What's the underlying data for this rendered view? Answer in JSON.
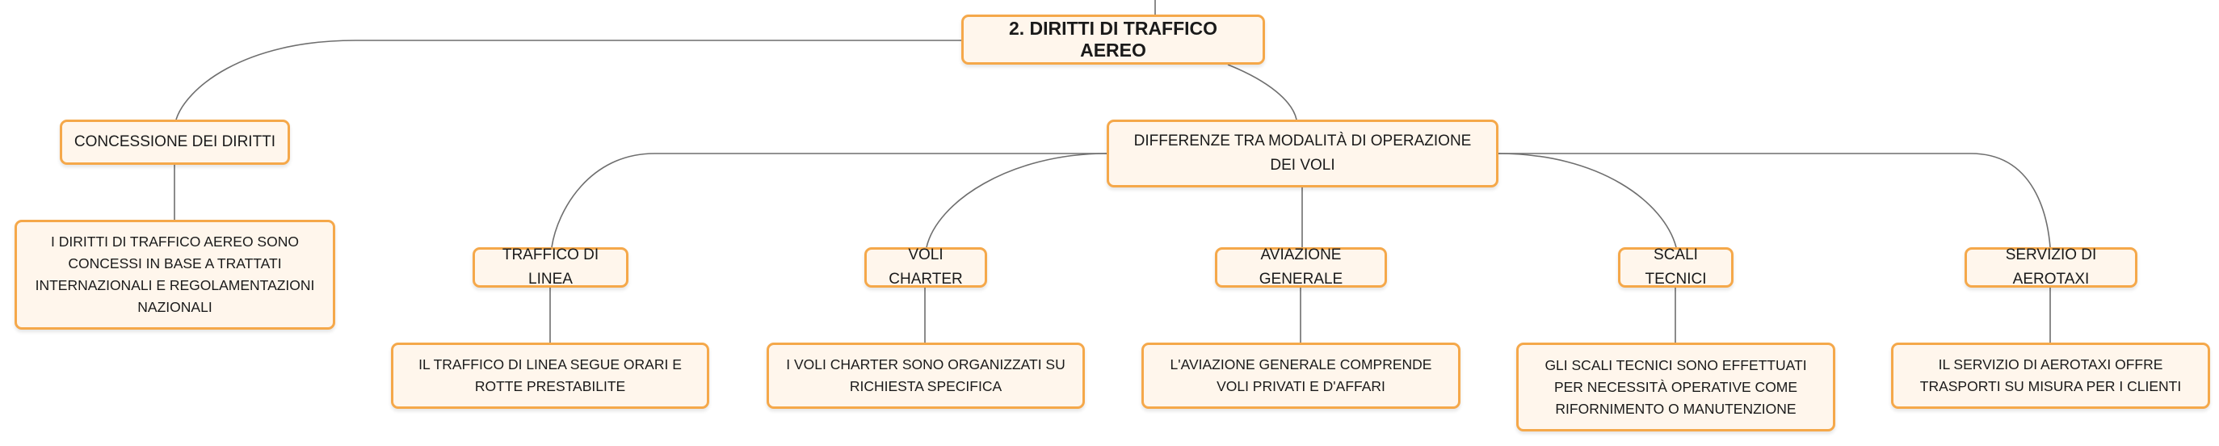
{
  "root": {
    "label": "2. DIRITTI DI TRAFFICO AEREO"
  },
  "concessione": {
    "label": "CONCESSIONE DEI DIRITTI",
    "detail": "I DIRITTI DI TRAFFICO AEREO SONO CONCESSI IN BASE A TRATTATI INTERNAZIONALI E REGOLAMENTAZIONI NAZIONALI"
  },
  "differenze": {
    "label": "DIFFERENZE TRA MODALITÀ DI OPERAZIONE DEI VOLI"
  },
  "modalita": [
    {
      "label": "TRAFFICO DI LINEA",
      "detail": "IL TRAFFICO DI LINEA SEGUE ORARI E ROTTE PRESTABILITE"
    },
    {
      "label": "VOLI CHARTER",
      "detail": "I VOLI CHARTER SONO ORGANIZZATI SU RICHIESTA SPECIFICA"
    },
    {
      "label": "AVIAZIONE GENERALE",
      "detail": "L'AVIAZIONE GENERALE COMPRENDE VOLI PRIVATI E D'AFFARI"
    },
    {
      "label": "SCALI TECNICI",
      "detail": "GLI SCALI TECNICI SONO EFFETTUATI PER NECESSITÀ OPERATIVE COME RIFORNIMENTO O MANUTENZIONE"
    },
    {
      "label": "SERVIZIO DI AEROTAXI",
      "detail": "IL SERVIZIO DI AEROTAXI OFFRE TRASPORTI SU MISURA PER I CLIENTI"
    }
  ],
  "colors": {
    "border": "#f5a84a",
    "fill": "#fff6ec",
    "line": "#6e6e6e",
    "text": "#1a1a1a"
  }
}
